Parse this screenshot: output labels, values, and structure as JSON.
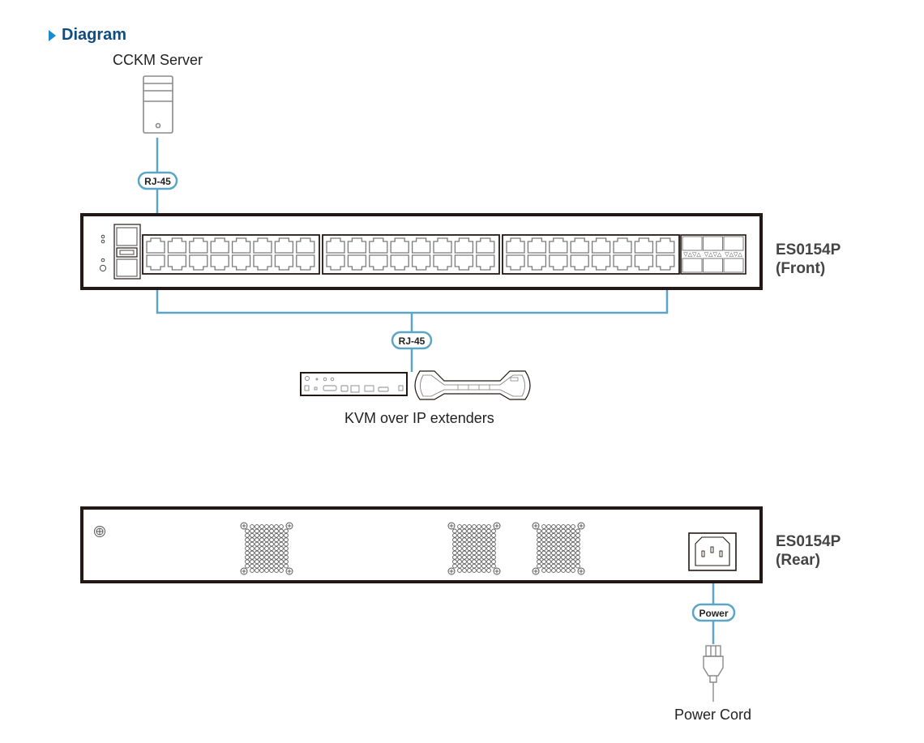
{
  "heading": {
    "title": "Diagram",
    "icon": "triangle-right-icon",
    "color": "#0f4d80",
    "icon_color": "#1a8ad1"
  },
  "colors": {
    "cable": "#5ba6c6",
    "device_outline": "#231815",
    "port_outline": "#8a8a8a"
  },
  "server": {
    "label": "CCKM Server",
    "icon": "server-tower-icon"
  },
  "connectors": {
    "server_link": "RJ-45",
    "extender_link": "RJ-45",
    "power_link": "Power"
  },
  "front_panel": {
    "model": "ES0154P",
    "side": "(Front)",
    "rj45_port_groups": 3,
    "ports_per_group": 16,
    "sfp_ports": 6,
    "sfp_led_marks": "▽△▽△"
  },
  "extenders": {
    "label": "KVM over IP extenders"
  },
  "rear_panel": {
    "model": "ES0154P",
    "side": "(Rear)",
    "fan_vents": 3
  },
  "power_cord": {
    "label": "Power Cord",
    "icon": "power-plug-icon"
  }
}
